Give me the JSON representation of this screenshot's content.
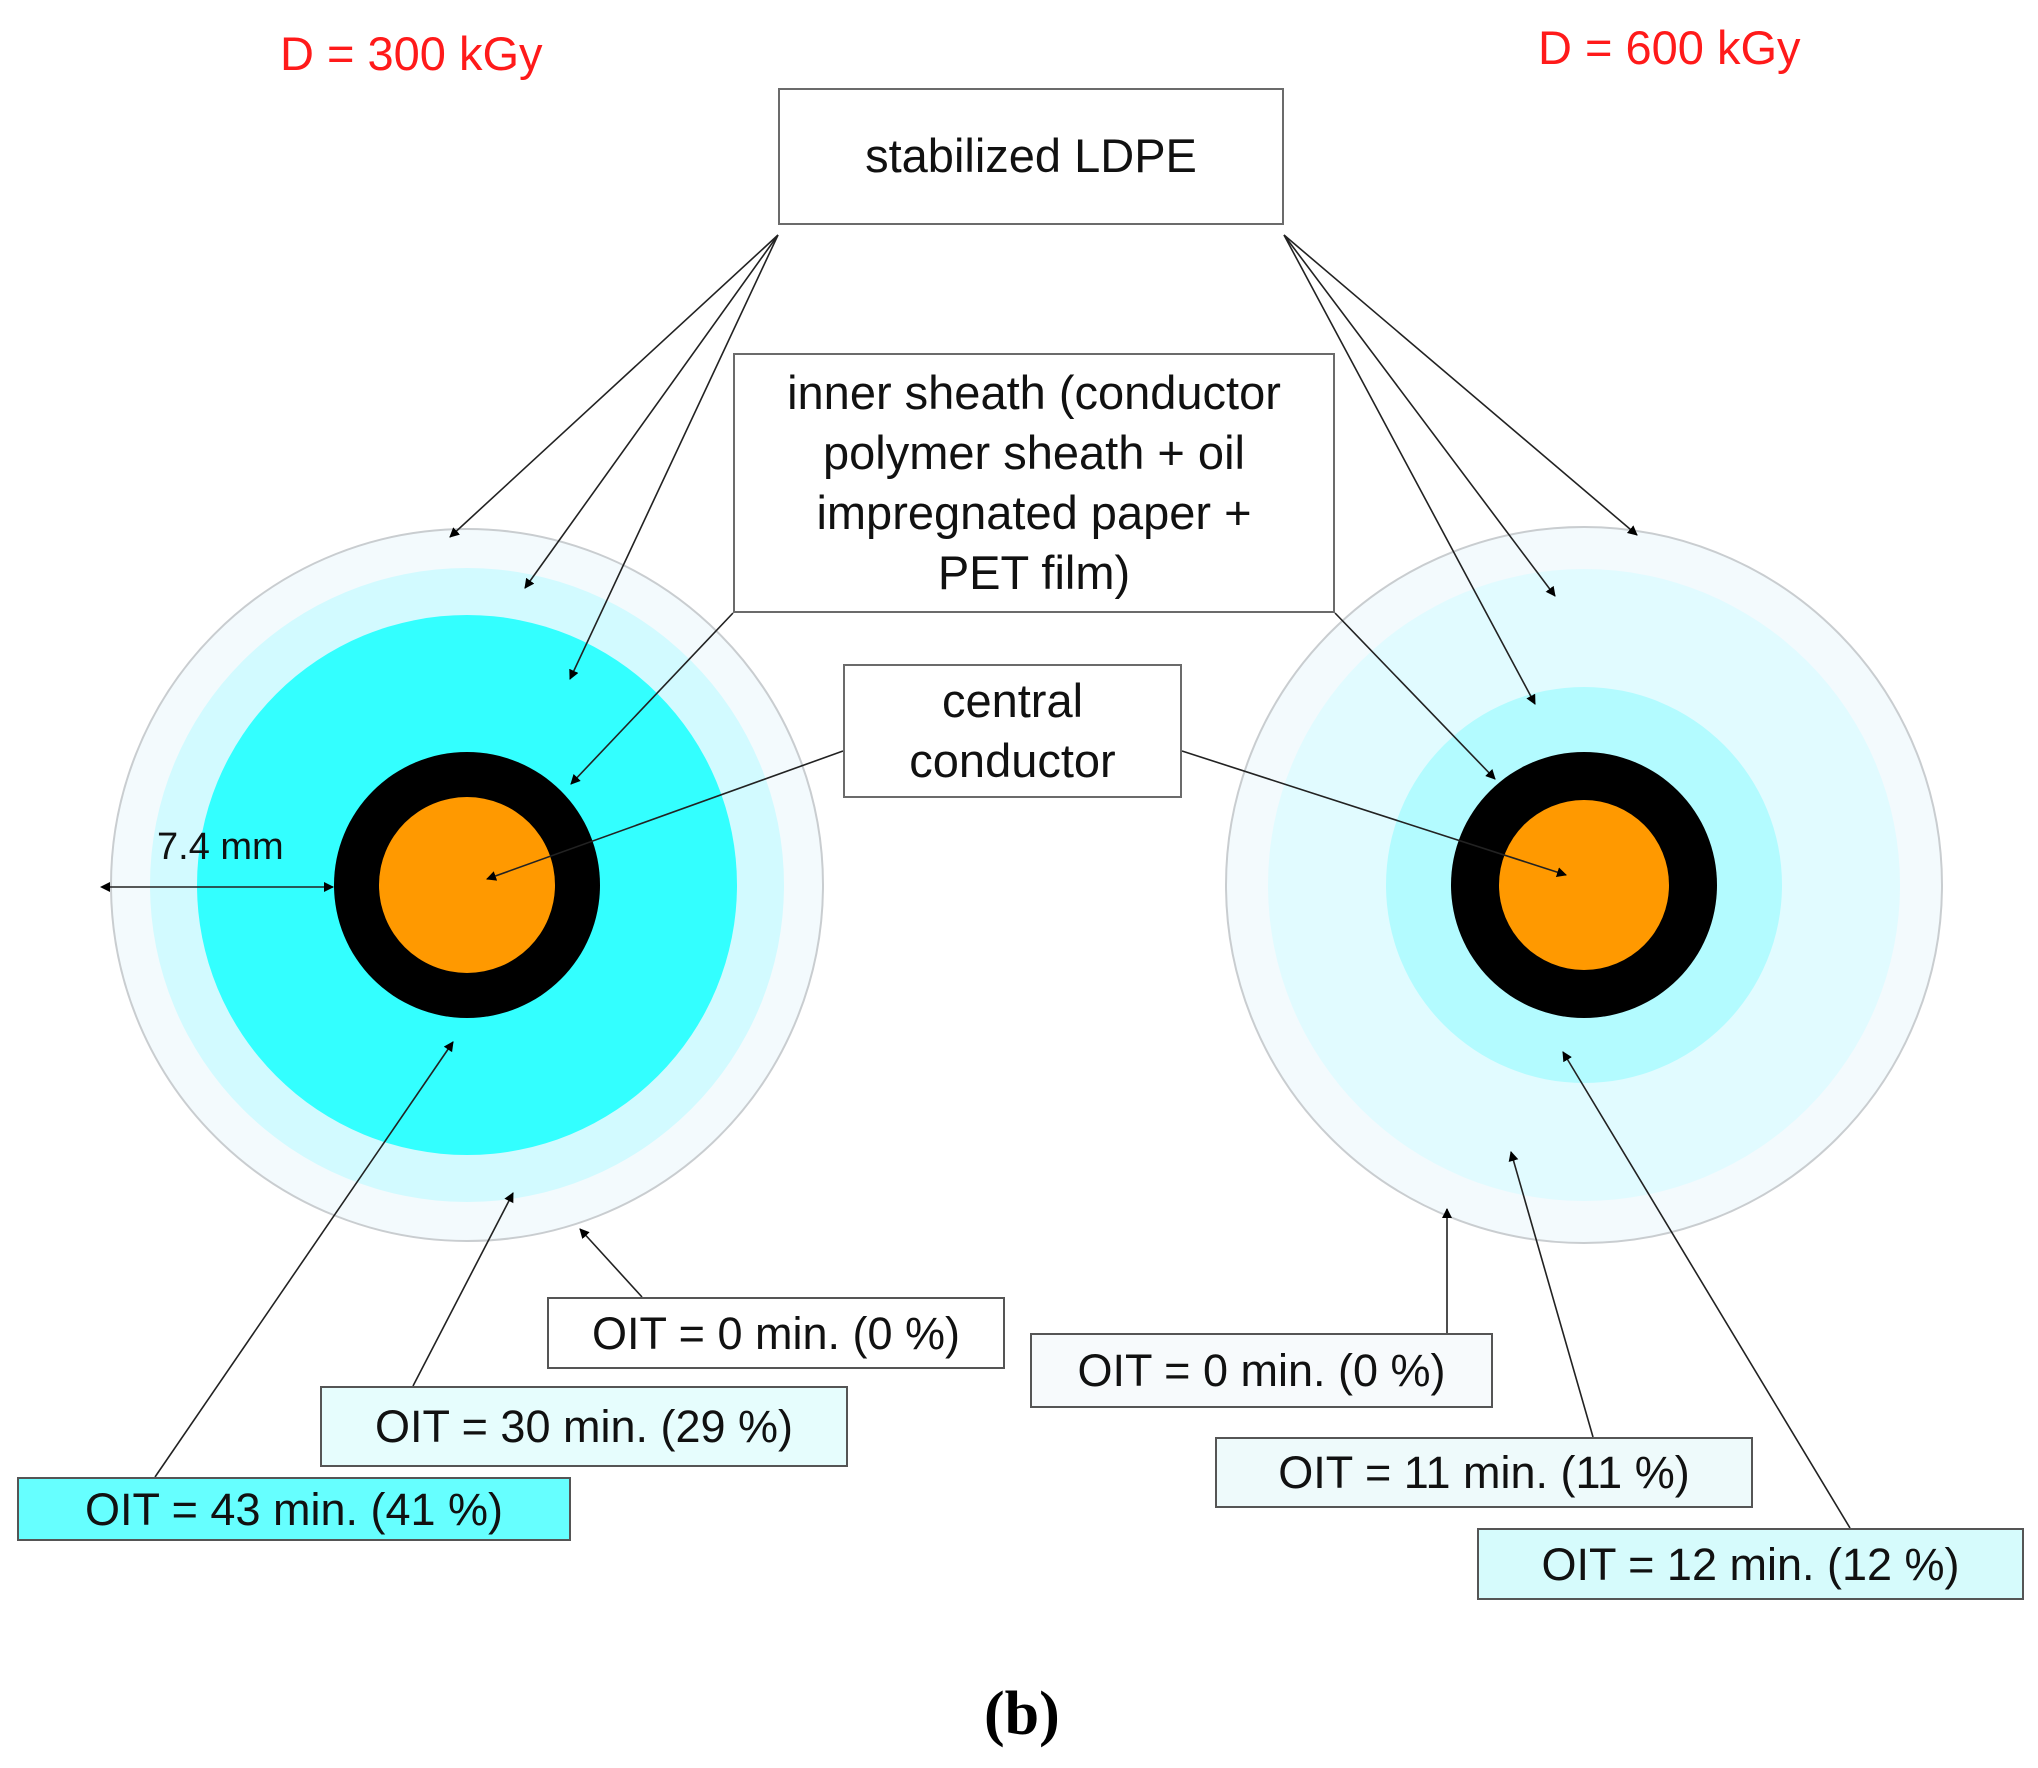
{
  "dose_left": "D = 300 kGy",
  "dose_right": "D = 600 kGy",
  "labels": {
    "stabilized_ldpe": "stabilized LDPE",
    "inner_sheath": "inner sheath (conductor\npolymer sheath + oil\nimpregnated paper +\nPET film)",
    "central_conductor": "central\nconductor",
    "dimension": "7.4 mm"
  },
  "left_cable": {
    "oit": [
      "OIT = 0 min. (0 %)",
      "OIT = 30 min. (29 %)",
      "OIT = 43 min. (41 %)"
    ]
  },
  "right_cable": {
    "oit": [
      "OIT = 0 min. (0 %)",
      "OIT = 11 min. (11 %)",
      "OIT = 12 min. (12 %)"
    ]
  },
  "caption": "(b)",
  "colors": {
    "dose_text": "#ff1a1a",
    "outer_ring": "#f3fafd",
    "left_mid_ring": "#d2faff",
    "left_inner_ring": "#33ffff",
    "right_mid_ring": "#e1fbff",
    "right_inner_ring": "#b3fbff",
    "sheath": "#000000",
    "conductor": "#ff9900"
  }
}
